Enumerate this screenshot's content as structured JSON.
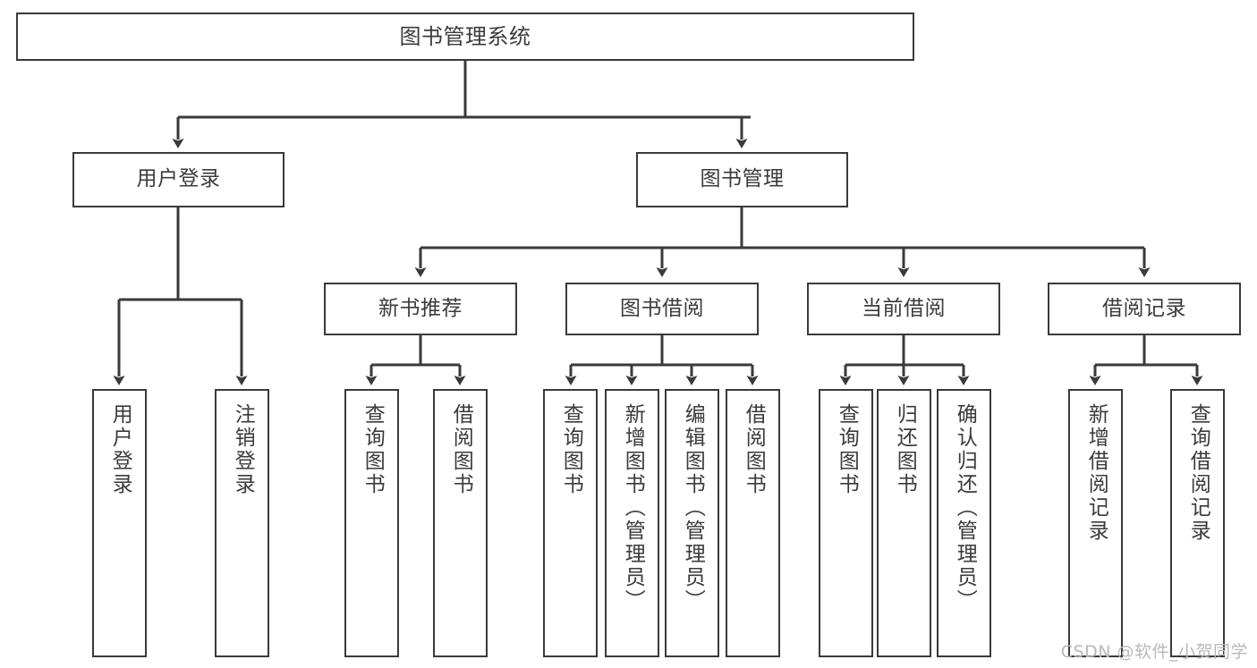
{
  "diagram": {
    "type": "tree",
    "title": "图书管理系统",
    "orientation": "top-down",
    "colors": {
      "node_border": "#3a3a3a",
      "node_fill": "#ffffff",
      "text": "#3b3b3b",
      "connector": "#3a3a3a",
      "background": "#ffffff",
      "watermark": "#b9b9b9"
    },
    "root": {
      "label": "图书管理系统"
    },
    "level2": [
      {
        "label": "用户登录"
      },
      {
        "label": "图书管理"
      }
    ],
    "level3": [
      {
        "label": "新书推荐"
      },
      {
        "label": "图书借阅"
      },
      {
        "label": "当前借阅"
      },
      {
        "label": "借阅记录"
      }
    ],
    "leaves": {
      "user_login": [
        {
          "label": "用户登录"
        },
        {
          "label": "注销登录"
        }
      ],
      "new_book_recommend": [
        {
          "label": "查询图书"
        },
        {
          "label": "借阅图书"
        }
      ],
      "book_borrow": [
        {
          "label": "查询图书"
        },
        {
          "label": "新增图书（管理员）"
        },
        {
          "label": "编辑图书（管理员）"
        },
        {
          "label": "借阅图书"
        }
      ],
      "current_borrow": [
        {
          "label": "查询图书"
        },
        {
          "label": "归还图书"
        },
        {
          "label": "确认归还（管理员）"
        }
      ],
      "borrow_record": [
        {
          "label": "新增借阅记录"
        },
        {
          "label": "查询借阅记录"
        }
      ]
    }
  },
  "watermark": {
    "text": "CSDN @软件_小贺同学"
  }
}
